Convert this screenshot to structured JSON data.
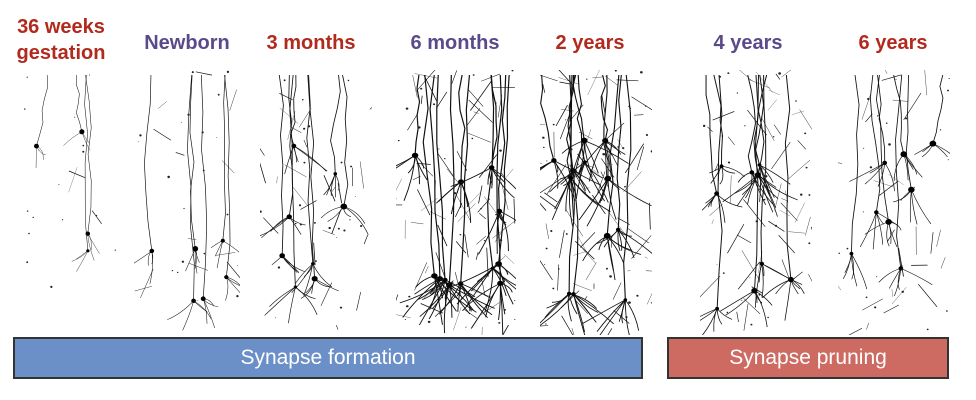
{
  "stages": [
    {
      "label_line1": "36 weeks",
      "label_line2": "gestation",
      "color": "#b22a1e",
      "density": 1
    },
    {
      "label_line1": "Newborn",
      "label_line2": "",
      "color": "#5a4a8a",
      "density": 2
    },
    {
      "label_line1": "3 months",
      "label_line2": "",
      "color": "#b22a1e",
      "density": 3
    },
    {
      "label_line1": "6 months",
      "label_line2": "",
      "color": "#5a4a8a",
      "density": 5
    },
    {
      "label_line1": "2 years",
      "label_line2": "",
      "color": "#b22a1e",
      "density": 5
    },
    {
      "label_line1": "4 years",
      "label_line2": "",
      "color": "#5a4a8a",
      "density": 4
    },
    {
      "label_line1": "6 years",
      "label_line2": "",
      "color": "#b22a1e",
      "density": 3
    }
  ],
  "bars": {
    "formation": {
      "label": "Synapse formation",
      "color": "#6b8fc7"
    },
    "pruning": {
      "label": "Synapse pruning",
      "color": "#cd6b63"
    }
  }
}
